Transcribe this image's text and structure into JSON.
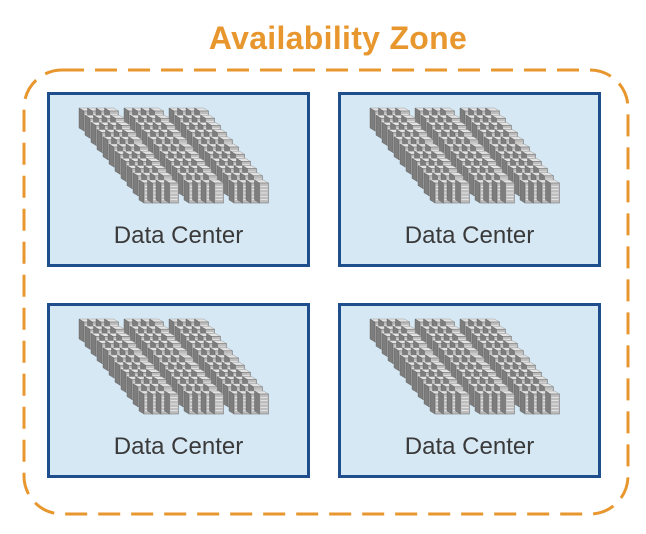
{
  "zone": {
    "title": "Availability Zone",
    "border_color": "#e8962e"
  },
  "data_centers": [
    {
      "label": "Data Center",
      "icon": "server-racks-icon"
    },
    {
      "label": "Data Center",
      "icon": "server-racks-icon"
    },
    {
      "label": "Data Center",
      "icon": "server-racks-icon"
    },
    {
      "label": "Data Center",
      "icon": "server-racks-icon"
    }
  ],
  "colors": {
    "box_fill": "#d6e8f4",
    "box_border": "#1f4e8c",
    "label_text": "#3a3a3a"
  }
}
